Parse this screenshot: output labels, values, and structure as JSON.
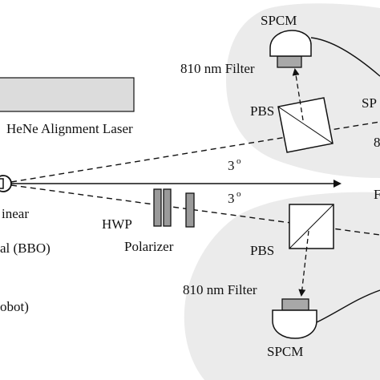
{
  "labels": {
    "spcm_top": "SPCM",
    "filter_top": "810 nm Filter",
    "hene": "HeNe Alignment Laser",
    "pbs_top": "PBS",
    "angle_top": "3",
    "angle_bottom": "3",
    "degree_mark": "o",
    "hwp": "HWP",
    "polarizer": "Polarizer",
    "crystal_line1": "inear",
    "crystal_line2": "al (BBO)",
    "pump_source": "obot)",
    "pbs_bottom": "PBS",
    "filter_bottom": "810 nm Filter",
    "spcm_bottom": "SPCM",
    "right_edge_top": "SP",
    "right_edge_mid1": "8",
    "right_edge_mid2": "F"
  },
  "colors": {
    "line": "#111111",
    "background_blob": "#ebebeb",
    "laser_fill": "#dcdcdc",
    "detector_fill": "#ffffff",
    "filter_fill": "#a8a8a8",
    "waveplate_fill": "#9a9a9a"
  }
}
